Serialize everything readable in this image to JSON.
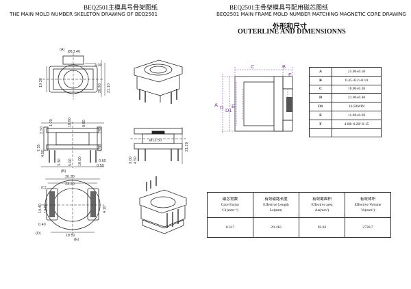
{
  "left": {
    "title_cn": "BEQ2501主模具号骨架图纸",
    "title_en": "THE MAIN MOLD NUMBER SKELETON DRAWING OF BEQ2501",
    "dims": {
      "top_d1": "Ø13.40",
      "top_w": "4.00",
      "top_h1": "19.30",
      "top_h2": "28.90",
      "top_h3": "21.10",
      "top_a": "(A)",
      "mid_h1": "2.50",
      "mid_h2": "1.60",
      "mid_h3": "7.35",
      "mid_h4": "4.50",
      "mid_h5": "3.00",
      "mid_w1": "1.70",
      "mid_w2": "10.60",
      "mid_w3": "0.80",
      "mid_w4": "3.30",
      "mid_w5": "5.00",
      "mid_w6": "10.00",
      "mid_w7": "(B)",
      "mid_p1": "0.60",
      "mid_p2": "0.50",
      "side_d": "Ø12.50",
      "side_h": "21.20",
      "side_a": "3.00",
      "side_b": "4.50",
      "bot_w1": "26.20",
      "bot_w2": "23.20",
      "bot_w3": "18.52",
      "bot_h1": "14.40",
      "bot_h2": "13.80",
      "bot_h3": "4.10",
      "bot_h4": "0.40",
      "bot_c": "(C)",
      "bot_d": "(D)",
      "bot_e": "(E)"
    }
  },
  "right": {
    "title_cn": "BEQ2501主骨架模具号配用磁芯图纸",
    "title_en": "BEQ2501 MAIN FRAME MOLD NUMBER MATCHING MAGNETIC CORE DRAWING",
    "sub_cn": "外形和尺寸",
    "sub_en": "OUTERLINE AND DIMENSIONNS",
    "labels": {
      "A": "A",
      "B": "B",
      "C": "C",
      "D": "D",
      "D1": "D1",
      "E": "E",
      "F": "F"
    },
    "spec_rows": [
      {
        "k": "A",
        "v": "25.00±0.50"
      },
      {
        "k": "B",
        "v": "6.45+0.2/-0.10"
      },
      {
        "k": "C",
        "v": "18.00±0.30"
      },
      {
        "k": "D",
        "v": "22.00±0.40"
      },
      {
        "k": "D1",
        "v": "16.50MIN"
      },
      {
        "k": "E",
        "v": "11.00±0.20"
      },
      {
        "k": "F",
        "v": "4.00+0.20/-0.15"
      },
      {
        "k": "",
        "v": ""
      }
    ],
    "props": {
      "headers": [
        {
          "cn": "磁芯常数",
          "en": "Core Factor",
          "unit": "C1(mm⁻¹)"
        },
        {
          "cn": "有效磁路长度",
          "en": "Effective Length",
          "unit": "Le(mm)"
        },
        {
          "cn": "有效截面积",
          "en": "Effective area",
          "unit": "Ae(mm²)"
        },
        {
          "cn": "有效体积",
          "en": "Effective Volume",
          "unit": "Ve(mm³)"
        }
      ],
      "values": [
        "0.317",
        "29.416",
        "92.83",
        "2730.7"
      ]
    }
  }
}
